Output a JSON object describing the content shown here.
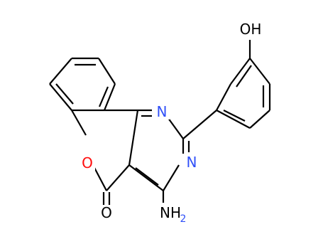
{
  "molecule": {
    "atoms": {
      "hydroxyl": {
        "text": "OH",
        "color": "#000000"
      },
      "ring_oxygen": {
        "text": "O",
        "color": "#ff0d0d"
      },
      "carbonyl_oxygen": {
        "text": "O",
        "color": "#000000"
      },
      "nitrogen_1": {
        "text": "N",
        "color": "#3050f8"
      },
      "nitrogen_3": {
        "text": "N",
        "color": "#3050f8"
      },
      "amino": {
        "text": "NH",
        "subscript": "2",
        "color": "#000000",
        "subscript_color": "#3050f8"
      }
    },
    "bond_color": "#000000"
  }
}
